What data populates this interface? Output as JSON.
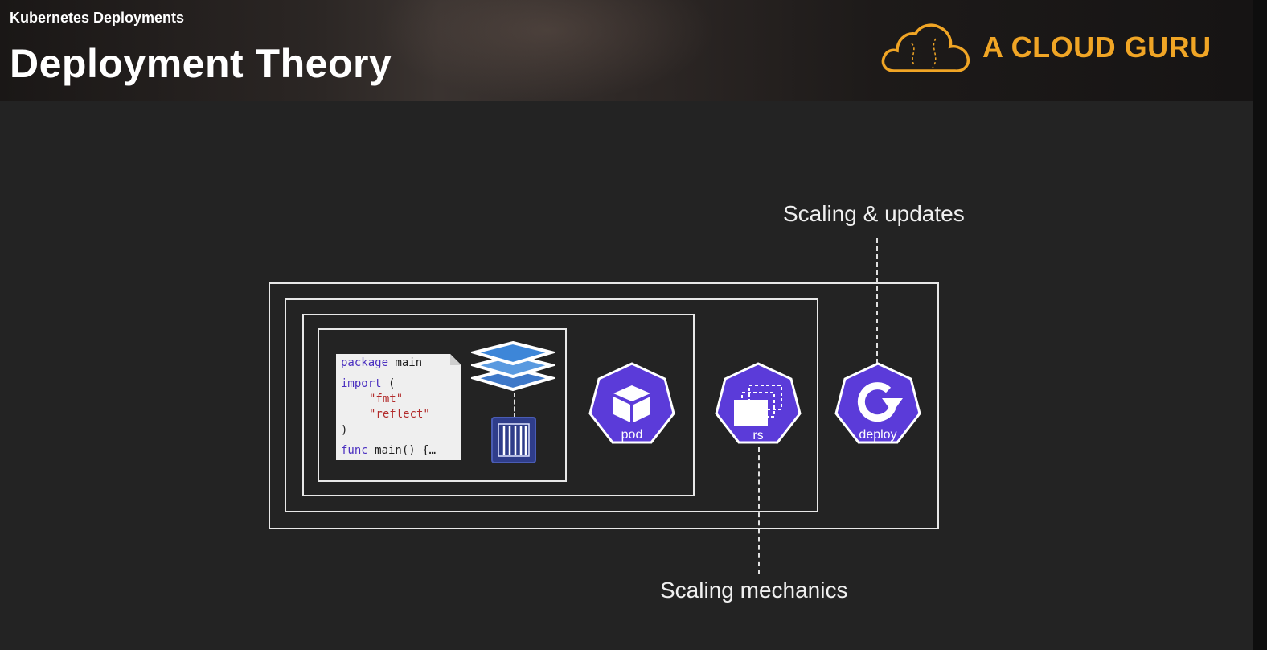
{
  "header": {
    "course_title": "Kubernetes Deployments",
    "slide_title": "Deployment Theory",
    "brand": "A CLOUD GURU",
    "brand_color": "#f0a525",
    "logo_icon": "cloud-icon"
  },
  "diagram": {
    "label_top": "Scaling & updates",
    "label_bottom": "Scaling mechanics",
    "code": {
      "line1_kw": "package",
      "line1_rest": " main",
      "line2_kw": "import",
      "line2_rest": " (",
      "line3": "\"fmt\"",
      "line4": "\"reflect\"",
      "line5": ")",
      "line6_kw": "func",
      "line6_rest": " main() {…"
    },
    "icons": {
      "pod_label": "pod",
      "rs_label": "rs",
      "deploy_label": "deploy",
      "k8s_color": "#5b3bd9",
      "layers_icon": "image-layers-icon",
      "container_icon": "container-icon"
    }
  }
}
